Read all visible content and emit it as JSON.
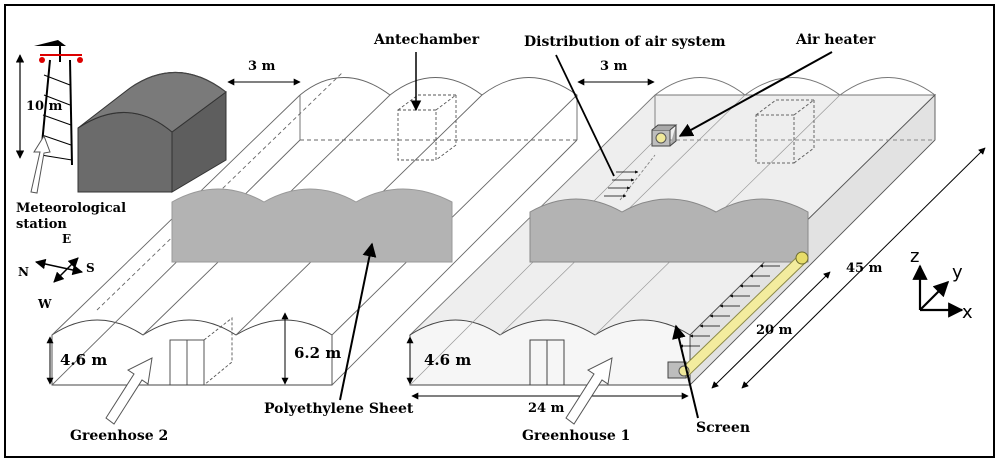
{
  "labels": {
    "antechamber": "Antechamber",
    "distribution": "Distribution of air system",
    "air_heater": "Air heater",
    "meteo_line1": "Meteorological",
    "meteo_line2": "station",
    "polyethylene": "Polyethylene Sheet",
    "greenhouse2": "Greenhose 2",
    "greenhouse1": "Greenhouse 1",
    "screen": "Screen"
  },
  "dimensions": {
    "gap_left": "3 m",
    "gap_right": "3 m",
    "tower_height": "10 m",
    "gh2_height": "4.6 m",
    "gh2_ridge": "6.2 m",
    "gh1_height": "4.6 m",
    "width": "24 m",
    "length_tube": "20 m",
    "length_total": "45 m"
  },
  "compass": {
    "n": "N",
    "s": "S",
    "e": "E",
    "w": "W"
  },
  "axes": {
    "x": "x",
    "y": "y",
    "z": "z"
  }
}
